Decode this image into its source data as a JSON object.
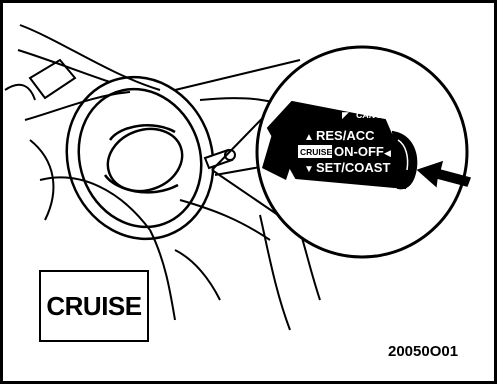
{
  "figure": {
    "image_code": "20050O01",
    "indicator_label": "CRUISE"
  },
  "lever": {
    "cancel_label": "CANCEL",
    "res_acc_label": "RES/ACC",
    "cruise_badge": "CRUISE",
    "on_off_label": "ON-OFF",
    "set_coast_label": "SET/COAST"
  }
}
